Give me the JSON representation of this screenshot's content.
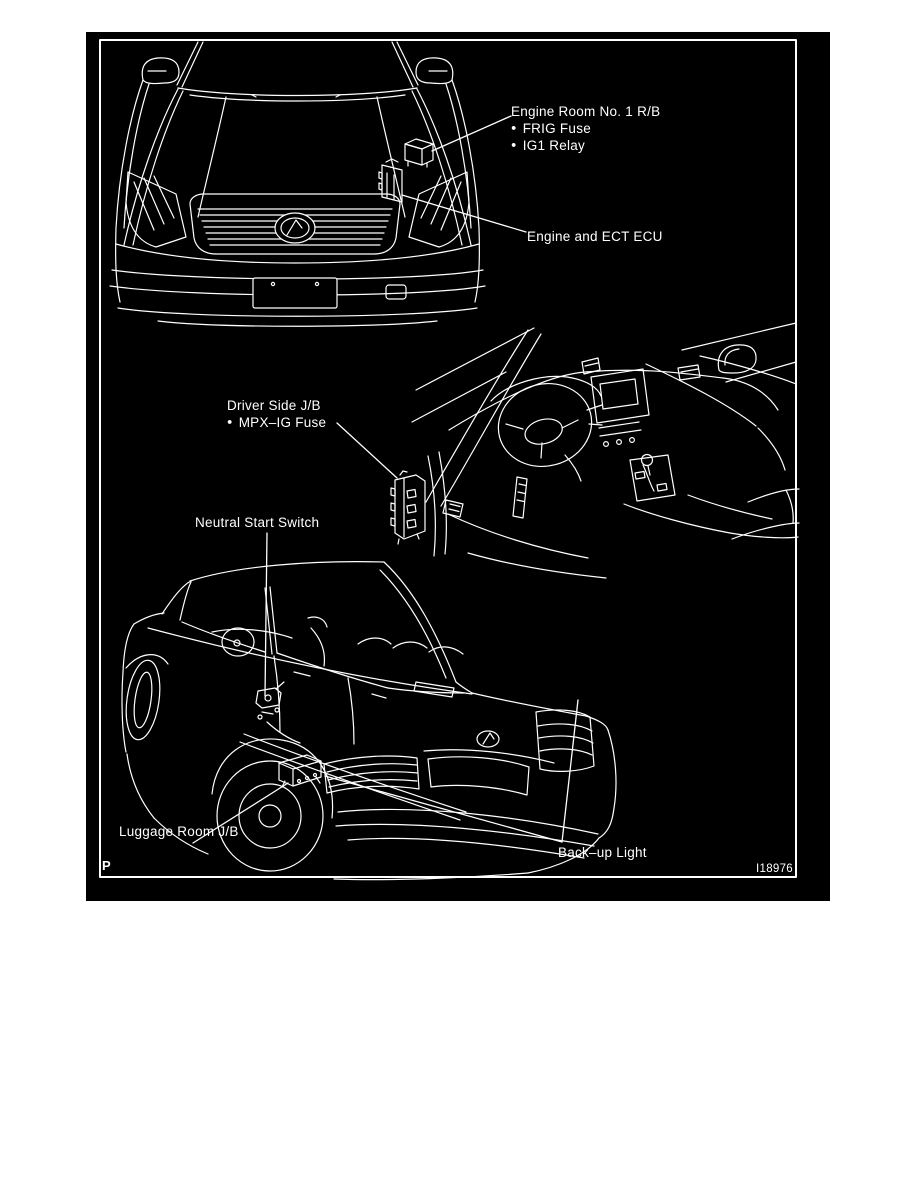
{
  "colors": {
    "page_background": "#ffffff",
    "diagram_background": "#000000",
    "line_color": "#ffffff",
    "text_color": "#ffffff"
  },
  "diagram": {
    "page_marker": "P",
    "figure_code": "I18976",
    "bullet_glyph": "●",
    "callouts": {
      "engine_room_rb": {
        "title": "Engine Room No. 1 R/B",
        "items": [
          "FRIG Fuse",
          "IG1 Relay"
        ]
      },
      "engine_ect_ecu": {
        "label": "Engine and ECT ECU"
      },
      "driver_side_jb": {
        "title": "Driver Side J/B",
        "items": [
          "MPX–IG Fuse"
        ]
      },
      "neutral_start_switch": {
        "label": "Neutral Start Switch"
      },
      "luggage_room_jb": {
        "label": "Luggage Room J/B"
      },
      "backup_light": {
        "label": "Back–up Light"
      }
    }
  }
}
